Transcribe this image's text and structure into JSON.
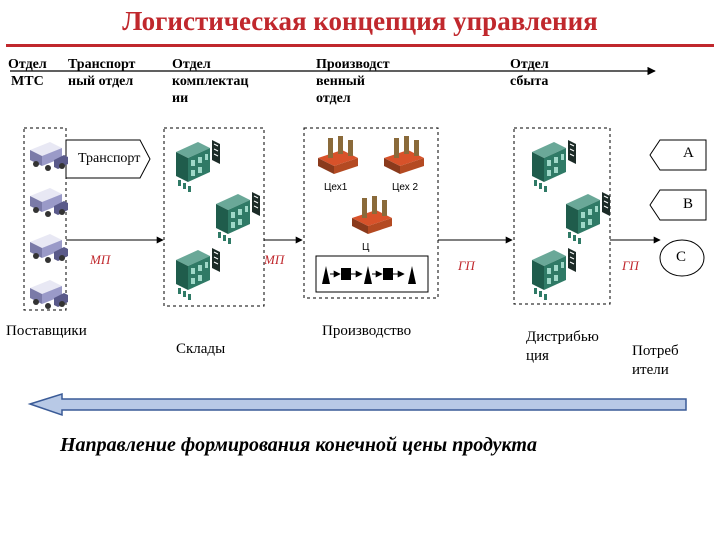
{
  "title": "Логистическая концепция управления",
  "departments": {
    "mts": [
      "Отдел",
      "МТС"
    ],
    "transport": [
      "Транспорт",
      "ный отдел"
    ],
    "komplekt": [
      "Отдел",
      "комплектац",
      "ии"
    ],
    "production": [
      "Производст",
      "венный",
      "отдел"
    ],
    "sales": [
      "Отдел",
      "сбыта"
    ]
  },
  "diagram": {
    "transport_label": "Транспорт",
    "workshop1": "Цех1",
    "workshop2": "Цех 2",
    "workshop3": "Ц",
    "mp_label": "МП",
    "gp_label": "ГП",
    "consumer_a": "А",
    "consumer_b": "В",
    "consumer_c": "С"
  },
  "stages": {
    "suppliers": "Поставщики",
    "warehouses": "Склады",
    "production": "Производство",
    "distribution": [
      "Дистрибью",
      "ция"
    ],
    "consumers": [
      "Потреб",
      "ители"
    ]
  },
  "bottom_text": "Направление формирования конечной цены продукта",
  "colors": {
    "title": "#c0282d",
    "flow_label": "#c0282d",
    "building": "#2f7a66",
    "arrow_fill": "#b8c9e6",
    "arrow_stroke": "#3a5b97"
  }
}
